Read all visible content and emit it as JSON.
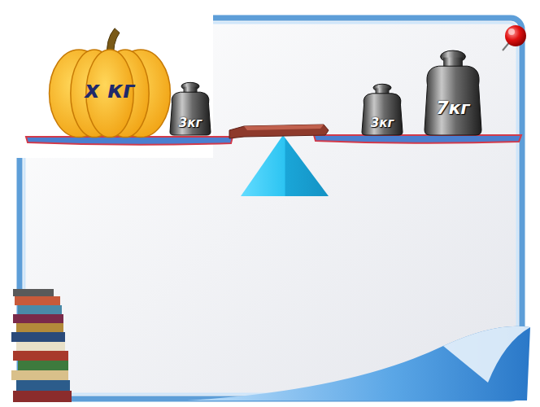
{
  "diagram": {
    "nodes": [
      {
        "text": [
          "x кг"
        ]
      },
      {
        "text": [
          "3кг"
        ]
      },
      {
        "text": [
          "3кг"
        ]
      },
      {
        "text": [
          "7кг"
        ]
      }
    ]
  }
}
